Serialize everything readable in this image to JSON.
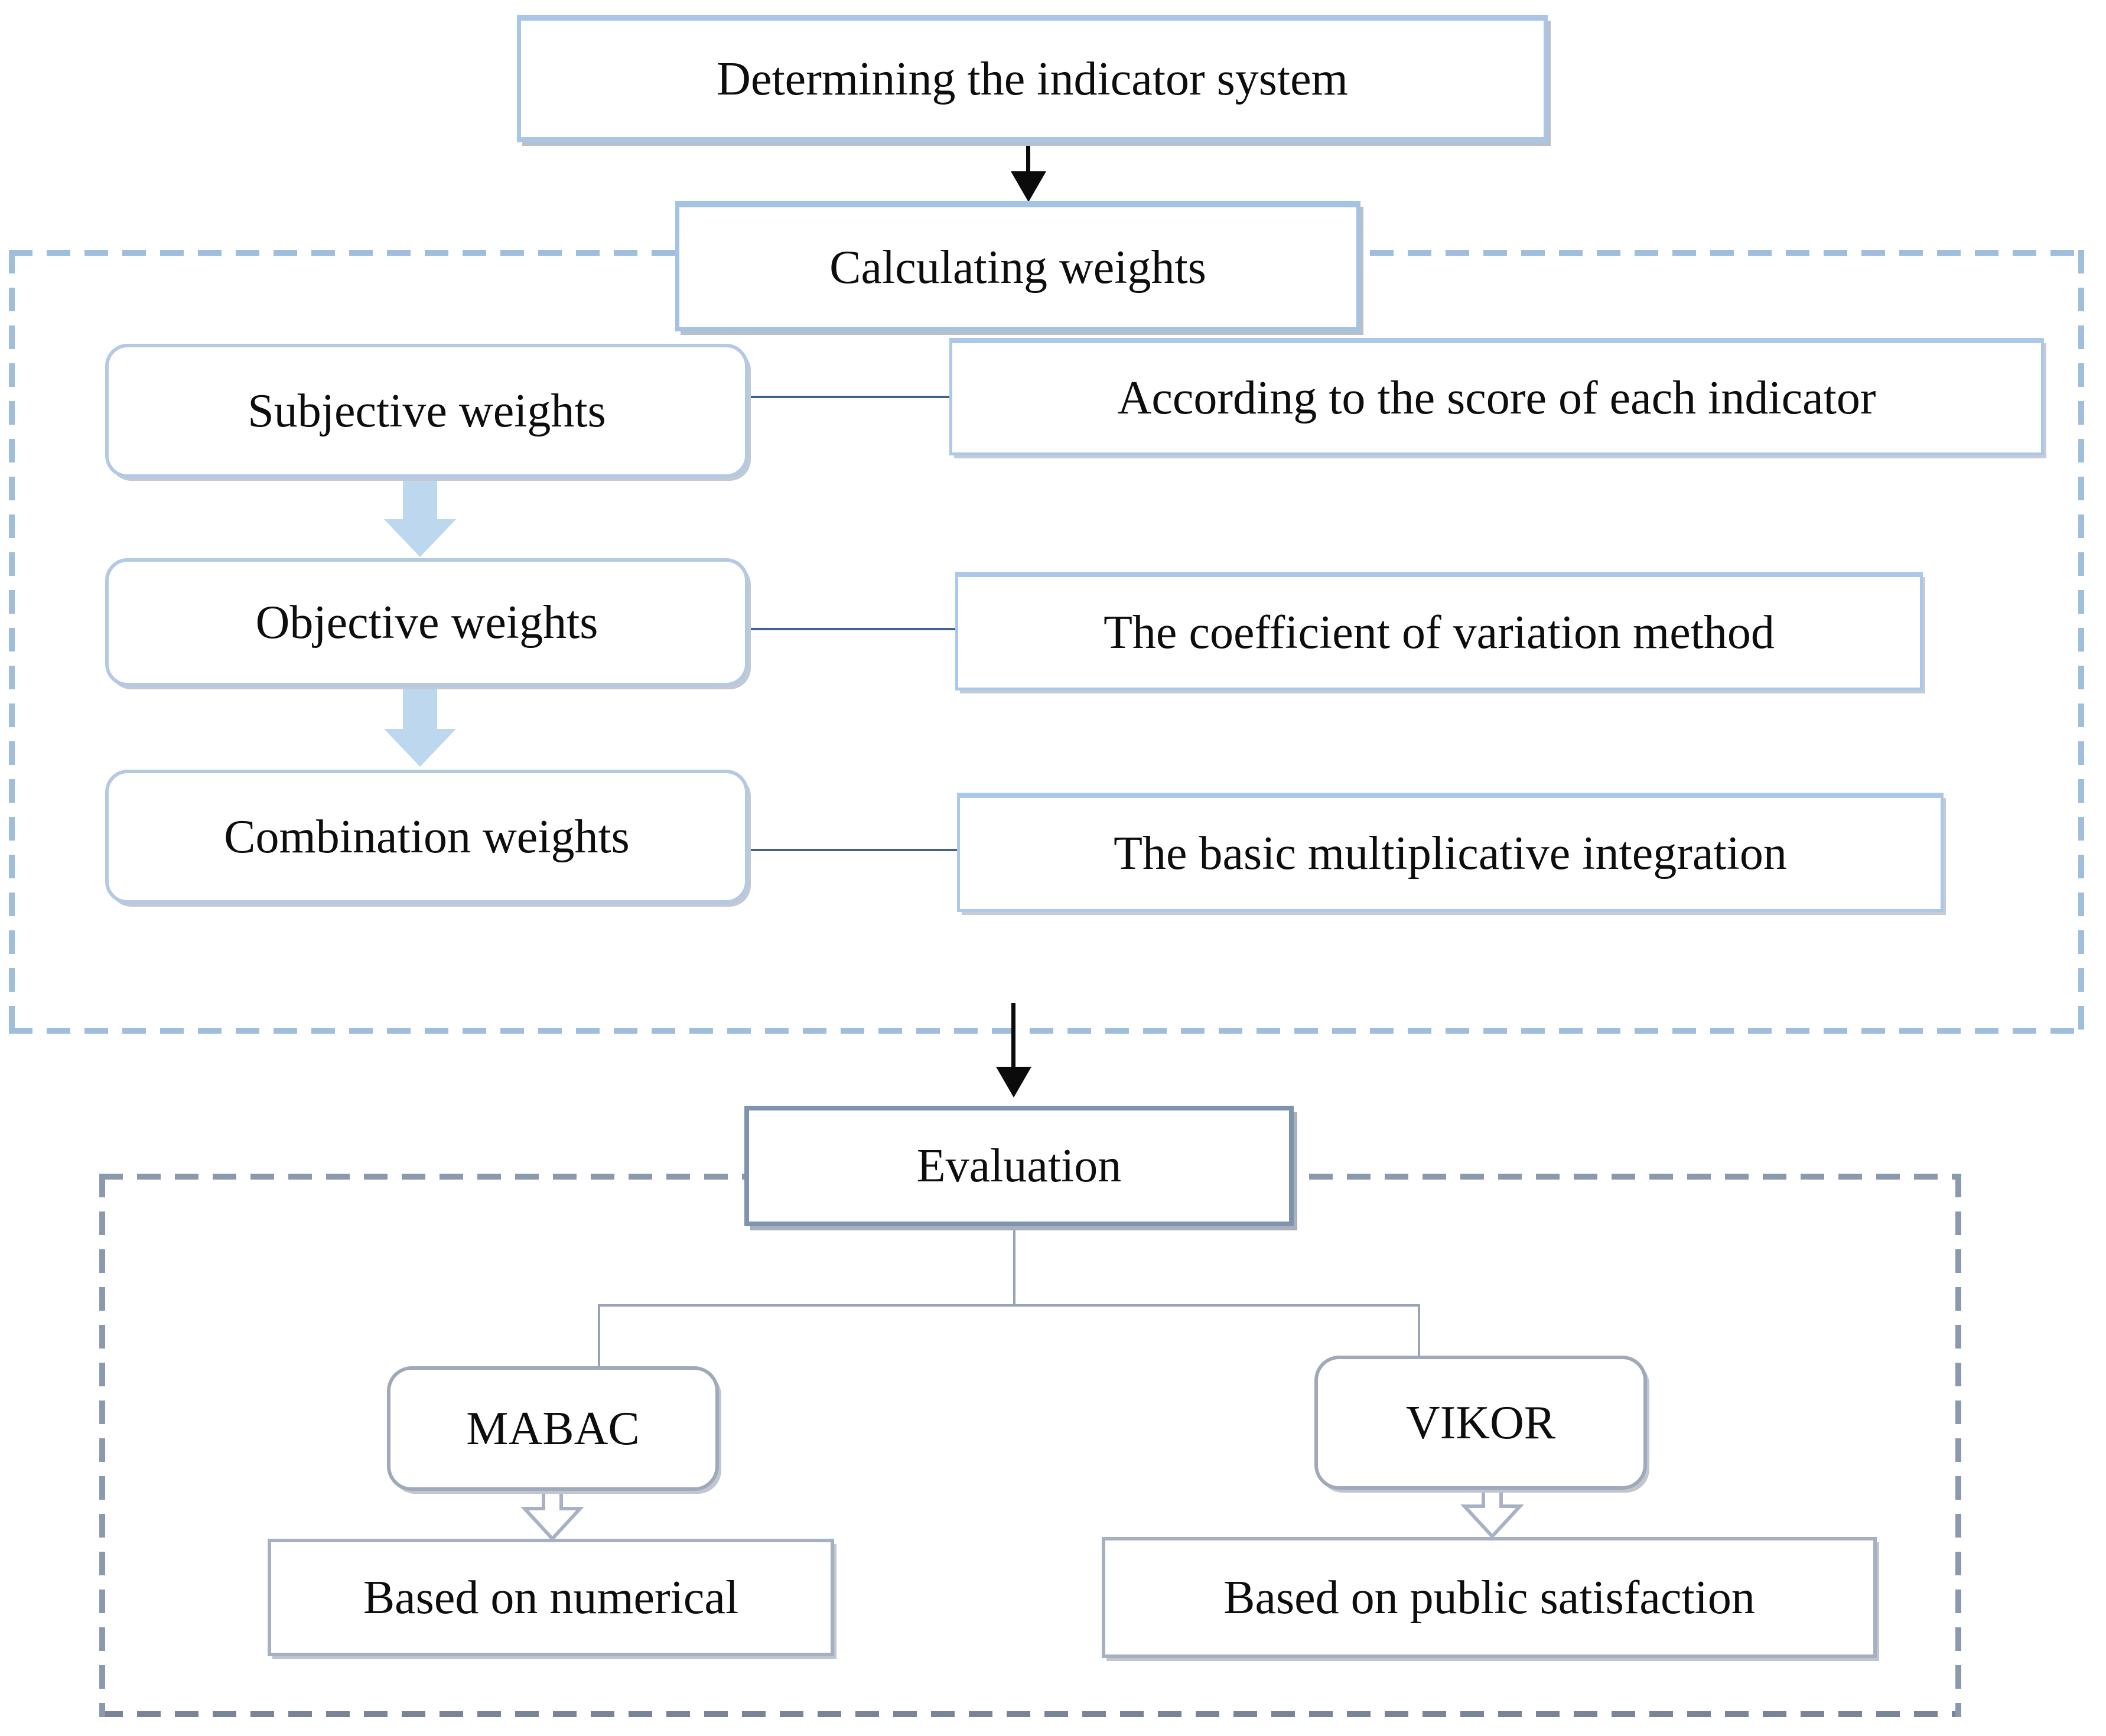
{
  "flow": {
    "determining": "Determining the indicator system",
    "calculating": "Calculating weights",
    "evaluation": "Evaluation"
  },
  "weight_rows": [
    {
      "left": "Subjective weights",
      "right": "According to the score of each indicator"
    },
    {
      "left": "Objective weights",
      "right": "The coefficient of variation method"
    },
    {
      "left": "Combination weights",
      "right": "The basic multiplicative integration"
    }
  ],
  "evaluation_branches": [
    {
      "method": "MABAC",
      "basis": "Based on numerical"
    },
    {
      "method": "VIKOR",
      "basis": "Based on public satisfaction"
    }
  ],
  "colors": {
    "light_blue_border": "#aac6e6",
    "rounded_box_border": "#b3c9e4",
    "evaluation_border": "#7e93ae",
    "method_box_border": "#9fa9ba",
    "weights_group_dash": "#9fbddc",
    "evaluation_group_dash": "#8b99ae",
    "block_arrow_fill": "#bdd7ee",
    "connector_line": "#44628f",
    "black_arrow": "#0b0b0b"
  }
}
